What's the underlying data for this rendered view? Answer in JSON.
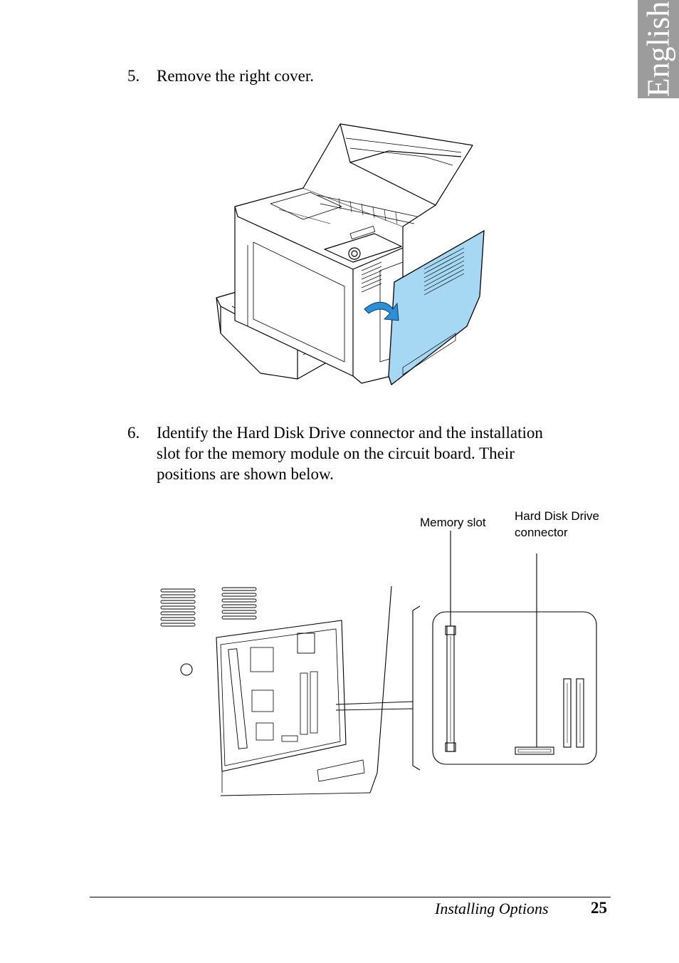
{
  "side_tab": {
    "label": "English"
  },
  "steps": [
    {
      "number": "5.",
      "lines": [
        "Remove the right cover."
      ]
    },
    {
      "number": "6.",
      "lines": [
        "Identify the Hard Disk Drive connector and the installation",
        "slot for the memory module on the circuit board. Their",
        "positions are shown below."
      ]
    }
  ],
  "figure1": {
    "highlight_color": "#a6d8f3"
  },
  "figure2": {
    "labels": {
      "memory_slot": "Memory slot",
      "hdd_line1": "Hard Disk Drive",
      "hdd_line2": "connector"
    }
  },
  "footer": {
    "section": "Installing Options",
    "page": "25"
  }
}
